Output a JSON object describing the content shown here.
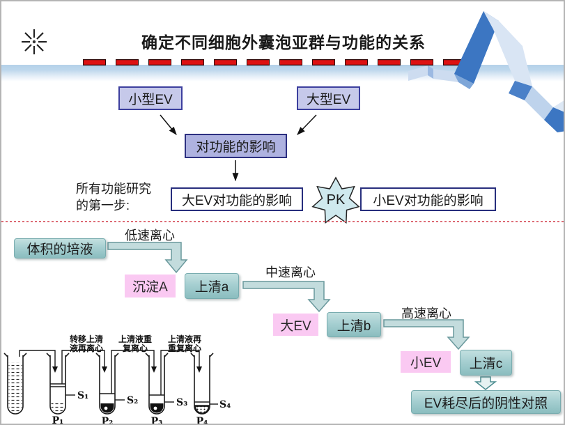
{
  "title": "确定不同细胞外囊泡亚群与功能的关系",
  "colors": {
    "accent_red": "#d40f0f",
    "divider_pink": "#dd6b75",
    "teal_box": "#9cc6c8",
    "pink_box": "#fac9f2",
    "lavender_box": "#c6c9ea",
    "navy_border": "#2c2f80",
    "star_fill": "#cfe9ee",
    "band_blue": "#b4d1e9",
    "ribbon_blue": "#3c76c2"
  },
  "top_diagram": {
    "small_ev": "小型EV",
    "large_ev": "大型EV",
    "effect": "对功能的影响",
    "note_line1": "所有功能研究",
    "note_line2": "的第一步:",
    "large_ev_effect": "大EV对功能的影响",
    "pk": "PK",
    "small_ev_effect": "小EV对功能的影响"
  },
  "flow": {
    "start": "体积的培液",
    "low_speed": "低速离心",
    "pellet_a": "沉淀A",
    "sup_a": "上清a",
    "mid_speed": "中速离心",
    "large_ev": "大EV",
    "sup_b": "上清b",
    "high_speed": "高速离心",
    "small_ev": "小EV",
    "sup_c": "上清c",
    "negative_control": "EV耗尽后的阴性对照"
  },
  "tube_figure": {
    "step1_line1": "转移上清",
    "step1_line2": "液再离心",
    "step2_line1": "上清液重",
    "step2_line2": "复离心",
    "step3_line1": "上清液再",
    "step3_line2": "重复离心",
    "s_labels": [
      "S₁",
      "S₂",
      "S₃",
      "S₄"
    ],
    "p_labels": [
      "P₁",
      "P₂",
      "P₃",
      "P₄"
    ]
  }
}
